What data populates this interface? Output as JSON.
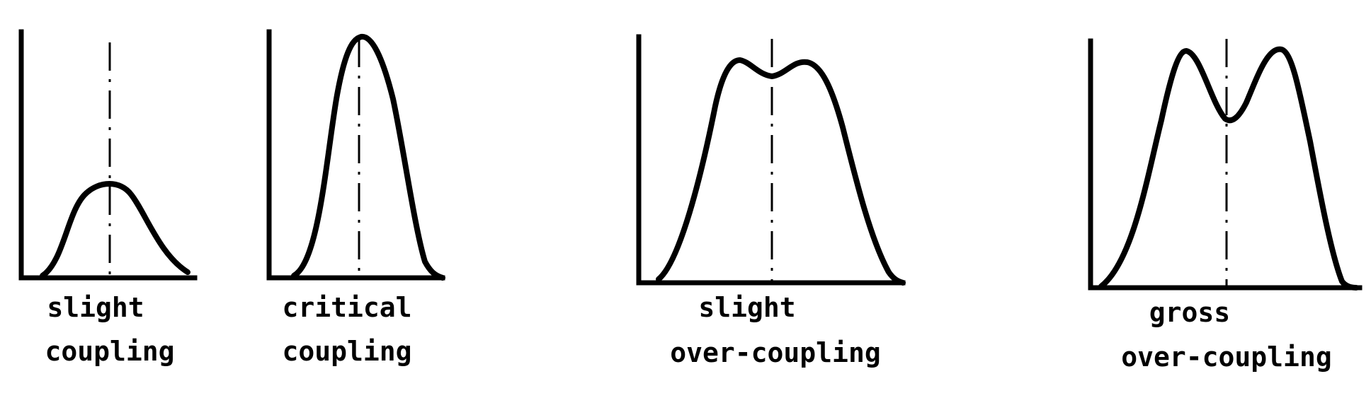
{
  "panels": [
    {
      "id": "slight",
      "label_line1": "slight",
      "label_line2": "coupling"
    },
    {
      "id": "critical",
      "label_line1": "critical",
      "label_line2": "coupling"
    },
    {
      "id": "slight-over",
      "label_line1": "slight",
      "label_line2": "over-coupling"
    },
    {
      "id": "gross-over",
      "label_line1": "gross",
      "label_line2": "over-coupling"
    }
  ]
}
